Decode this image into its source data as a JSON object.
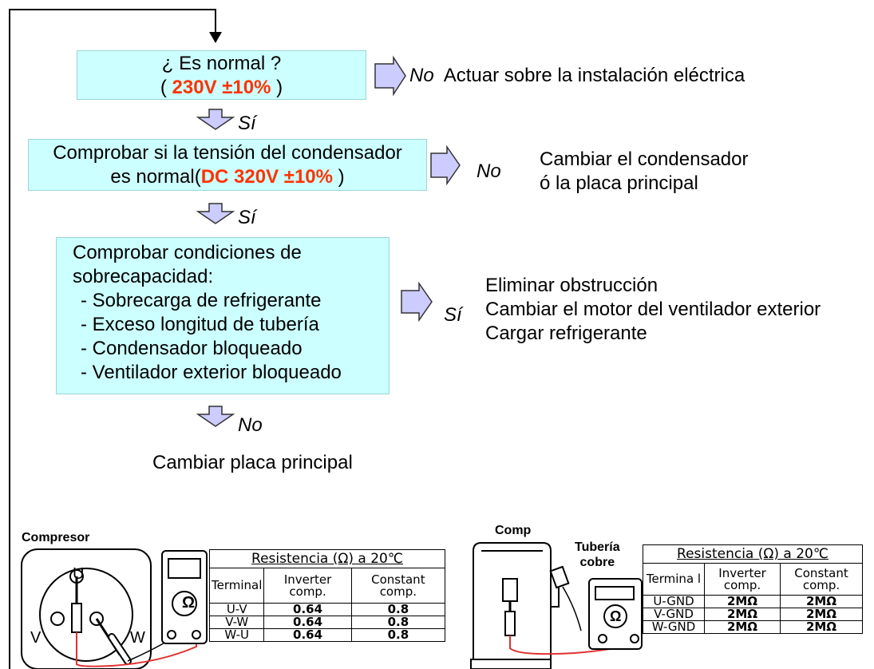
{
  "flow": {
    "step1": {
      "line1": "¿ Es normal ?",
      "paren_open": "( ",
      "value": "230V ±10%",
      "paren_close": " )"
    },
    "step1_no_label": "No",
    "step1_no_action": "Actuar sobre la instalación eléctrica",
    "yes1": "Sí",
    "step2": {
      "line1": "Comprobar si la tensión del condensador",
      "line2_prefix": "es normal(",
      "value": "DC 320V ±10%",
      "line2_suffix": " )"
    },
    "step2_no_label": "No",
    "step2_no_action": [
      "Cambiar el condensador",
      "ó la placa principal"
    ],
    "yes2": "Sí",
    "step3": {
      "title": [
        "Comprobar condiciones de",
        "sobrecapacidad:"
      ],
      "items": [
        "- Sobrecarga de refrigerante",
        "- Exceso longitud de tubería",
        "- Condensador bloqueado",
        "- Ventilador exterior bloqueado"
      ]
    },
    "step3_yes_label": "Sí",
    "step3_yes_action": [
      "Eliminar obstrucción",
      "Cambiar el motor del ventilador exterior",
      "Cargar refrigerante"
    ],
    "no3": "No",
    "final_action": "Cambiar placa principal"
  },
  "left_diagram": {
    "label": "Compresor",
    "terminals": {
      "u": "U",
      "v": "V",
      "w": "W"
    },
    "meter_symbol": "Ω",
    "table": {
      "title": "Resistencia (Ω) a 20℃",
      "headers": [
        "Terminal",
        "Inverter comp.",
        "Constant comp."
      ],
      "rows": [
        [
          "U-V",
          "0.64",
          "0.8"
        ],
        [
          "V-W",
          "0.64",
          "0.8"
        ],
        [
          "W-U",
          "0.64",
          "0.8"
        ]
      ]
    }
  },
  "right_diagram": {
    "label": "Comp",
    "pipe_label": [
      "Tubería",
      "cobre"
    ],
    "meter_symbol": "Ω",
    "table": {
      "title": "Resistencia (Ω) a 20℃",
      "headers": [
        "Termina l",
        "Inverter comp.",
        "Constant comp."
      ],
      "rows": [
        [
          "U-GND",
          "2MΩ",
          "2MΩ"
        ],
        [
          "V-GND",
          "2MΩ",
          "2MΩ"
        ],
        [
          "W-GND",
          "2MΩ",
          "2MΩ"
        ]
      ]
    }
  },
  "colors": {
    "box_fill": "#ccffff",
    "highlight": "#ff3300",
    "arrow_fill": "#ccccff",
    "wire_red": "#e03030"
  }
}
